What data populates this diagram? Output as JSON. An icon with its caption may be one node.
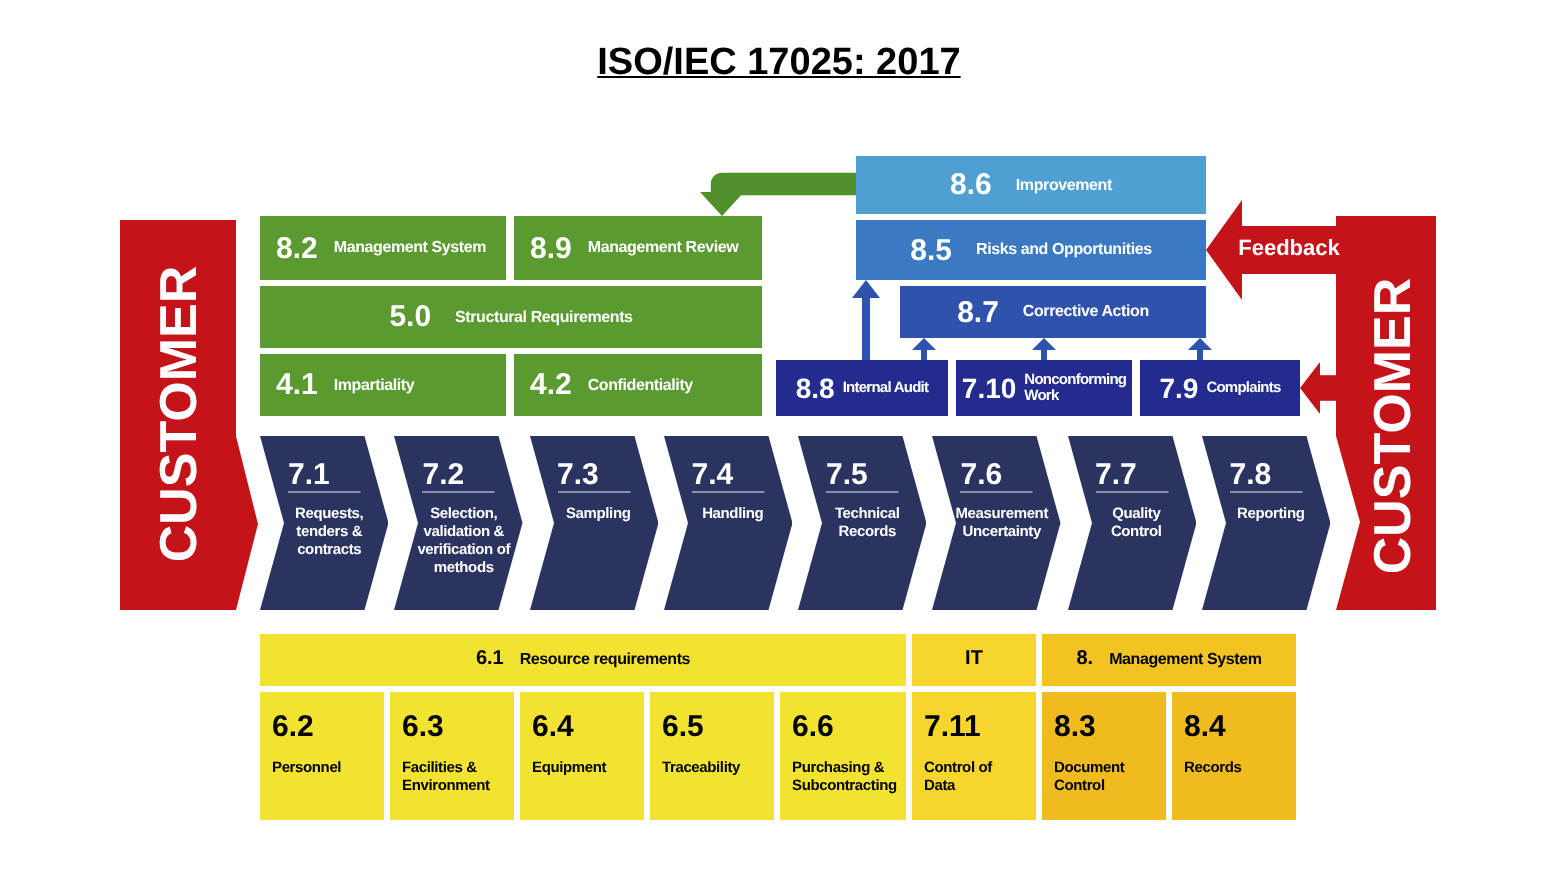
{
  "diagram": {
    "title": "ISO/IEC 17025: 2017",
    "nodes": [
      {
        "text": [
          "CUSTOMER"
        ]
      },
      {
        "text": [
          "CUSTOMER"
        ]
      },
      {
        "text": [
          "8.2",
          "Management System"
        ]
      },
      {
        "text": [
          "8.9",
          "Management Review"
        ]
      },
      {
        "text": [
          "5.0",
          "Structural Requirements"
        ]
      },
      {
        "text": [
          "4.1",
          "Impartiality"
        ]
      },
      {
        "text": [
          "4.2",
          "Confidentiality"
        ]
      },
      {
        "text": [
          "8.6",
          "Improvement"
        ]
      },
      {
        "text": [
          "8.5",
          "Risks and Opportunities"
        ]
      },
      {
        "text": [
          "8.7",
          "Corrective Action"
        ]
      },
      {
        "text": [
          "8.8",
          "Internal Audit"
        ]
      },
      {
        "text": [
          "7.10",
          "Nonconforming Work"
        ]
      },
      {
        "text": [
          "7.9",
          "Complaints"
        ]
      },
      {
        "text": [
          "7.1",
          "Requests, tenders & contracts"
        ]
      },
      {
        "text": [
          "7.2",
          "Selection, validation & verification of methods"
        ]
      },
      {
        "text": [
          "7.3",
          "Sampling"
        ]
      },
      {
        "text": [
          "7.4",
          "Handling"
        ]
      },
      {
        "text": [
          "7.5",
          "Technical Records"
        ]
      },
      {
        "text": [
          "7.6",
          "Measurement Uncertainty"
        ]
      },
      {
        "text": [
          "7.7",
          "Quality Control"
        ]
      },
      {
        "text": [
          "7.8",
          "Reporting"
        ]
      },
      {
        "text": [
          "6.1",
          "Resource requirements"
        ]
      },
      {
        "text": [
          "IT"
        ]
      },
      {
        "text": [
          "8.",
          "Management System"
        ]
      },
      {
        "text": [
          "6.2",
          "Personnel"
        ]
      },
      {
        "text": [
          "6.3",
          "Facilities & Environment"
        ]
      },
      {
        "text": [
          "6.4",
          "Equipment"
        ]
      },
      {
        "text": [
          "6.5",
          "Traceability"
        ]
      },
      {
        "text": [
          "6.6",
          "Purchasing & Subcontracting"
        ]
      },
      {
        "text": [
          "7.11",
          "Control of Data"
        ]
      },
      {
        "text": [
          "8.3",
          "Document Control"
        ]
      },
      {
        "text": [
          "8.4",
          "Records"
        ]
      }
    ],
    "edges": [
      {
        "from": 7,
        "to": 3,
        "arrow": "to",
        "style": "thick",
        "color": "#4f8f2c"
      },
      {
        "from": 10,
        "to": 8,
        "arrow": "to"
      },
      {
        "from": 10,
        "to": 9,
        "arrow": "to"
      },
      {
        "from": 11,
        "to": 9,
        "arrow": "to"
      },
      {
        "from": 12,
        "to": 9,
        "arrow": "to"
      },
      {
        "from": 1,
        "to": 8,
        "arrow": "to",
        "label": "Feedback",
        "style": "thick",
        "color": "#c4141a"
      },
      {
        "from": 1,
        "to": 12,
        "arrow": "to",
        "style": "thick",
        "color": "#c4141a"
      }
    ]
  }
}
